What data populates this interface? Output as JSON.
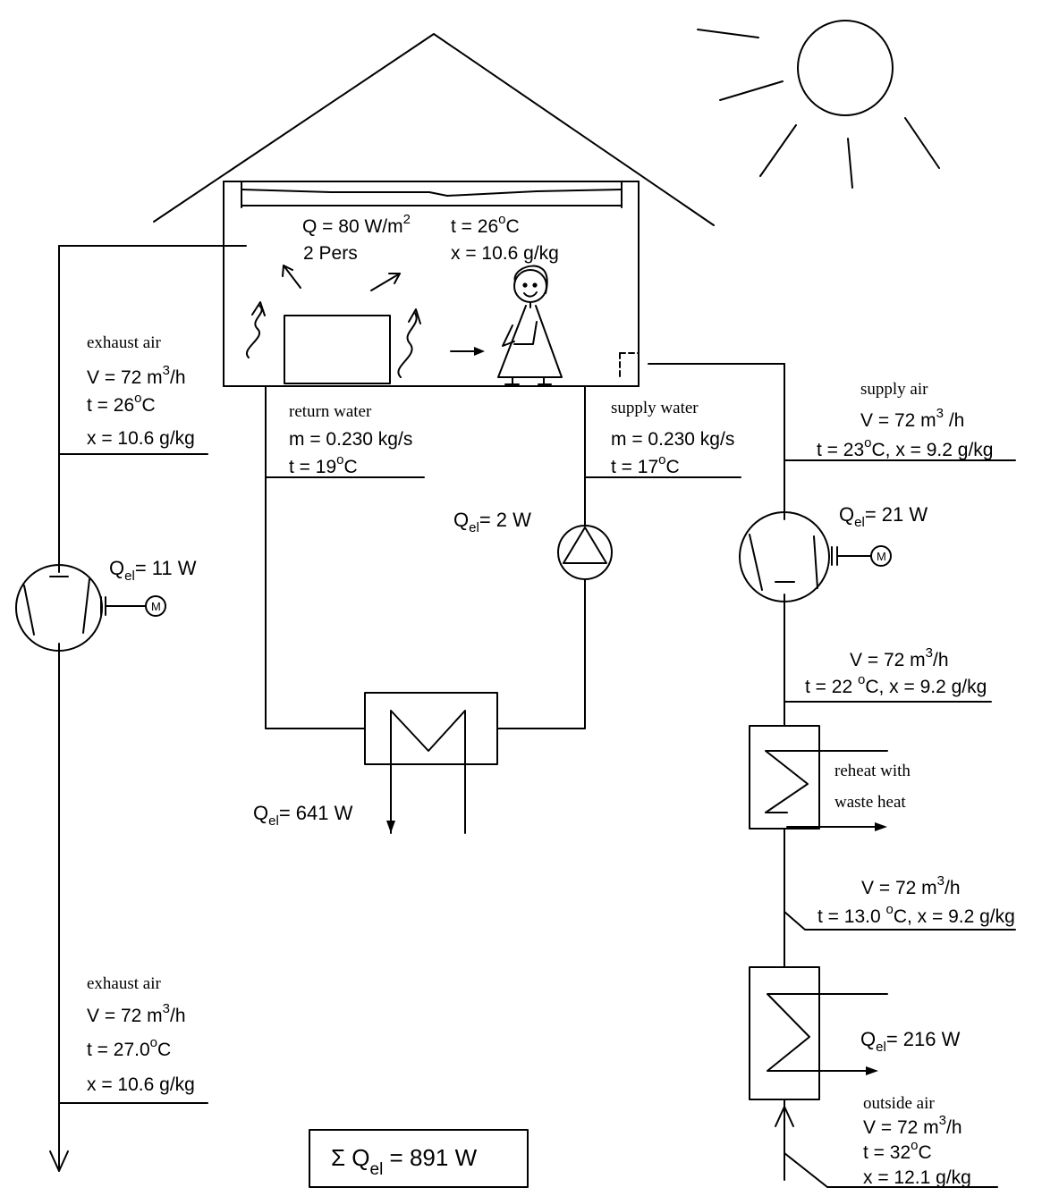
{
  "room": {
    "load": "Q = 80 W/m",
    "load_exp": "2",
    "persons": "2 Pers",
    "temp_prefix": "t = 26",
    "temp_unit": "C",
    "deg": "o",
    "humidity": "x = 10.6 g/kg"
  },
  "exhaust_top": {
    "title": "exhaust air",
    "flow": "V = 72 m",
    "flow_exp": "3",
    "flow_unit": "/h",
    "temp": "t = 26",
    "temp_unit": "C",
    "humidity": "x = 10.6 g/kg"
  },
  "exhaust_fan": {
    "q": "Q",
    "q_sub": "el",
    "value": "= 11 W",
    "motor": "M"
  },
  "exhaust_bottom": {
    "title": "exhaust air",
    "flow": "V = 72 m",
    "flow_exp": "3",
    "flow_unit": "/h",
    "temp": "t = 27.0",
    "temp_unit": "C",
    "humidity": "x = 10.6 g/kg"
  },
  "return_water": {
    "title": "return water",
    "mass": "m = 0.230 kg/s",
    "temp": "t = 19",
    "temp_unit": "C"
  },
  "supply_water": {
    "title": "supply water",
    "mass": "m = 0.230 kg/s",
    "temp": "t = 17",
    "temp_unit": "C"
  },
  "pump": {
    "q": "Q",
    "q_sub": "el",
    "value": "= 2 W"
  },
  "chiller": {
    "q": "Q",
    "q_sub": "el",
    "value": "= 641 W"
  },
  "supply_air": {
    "title": "supply air",
    "flow": "V = 72  m",
    "flow_exp": "3",
    "flow_unit": " /h",
    "temp": "t = 23",
    "temp_rest": "C, x = 9.2 g/kg"
  },
  "supply_fan": {
    "q": "Q",
    "q_sub": "el",
    "value": "= 21 W",
    "motor": "M"
  },
  "after_reheat": {
    "flow": "V = 72 m",
    "flow_exp": "3",
    "flow_unit": "/h",
    "temp": "t = 22 ",
    "temp_rest": "C, x = 9.2 g/kg"
  },
  "reheat": {
    "line1": "reheat with",
    "line2": "waste heat"
  },
  "after_cooler": {
    "flow": "V = 72 m",
    "flow_exp": "3",
    "flow_unit": "/h",
    "temp": "t = 13.0 ",
    "temp_rest": "C, x = 9.2 g/kg"
  },
  "cooler": {
    "q": "Q",
    "q_sub": "el",
    "value": "= 216 W"
  },
  "outside_air": {
    "title": "outside air",
    "flow": "V = 72 m",
    "flow_exp": "3",
    "flow_unit": "/h",
    "temp": "t = 32",
    "temp_unit": "C",
    "humidity": "x = 12.1 g/kg"
  },
  "total": {
    "sigma": "Σ Q",
    "sub": "el",
    "value": " = 891 W"
  }
}
